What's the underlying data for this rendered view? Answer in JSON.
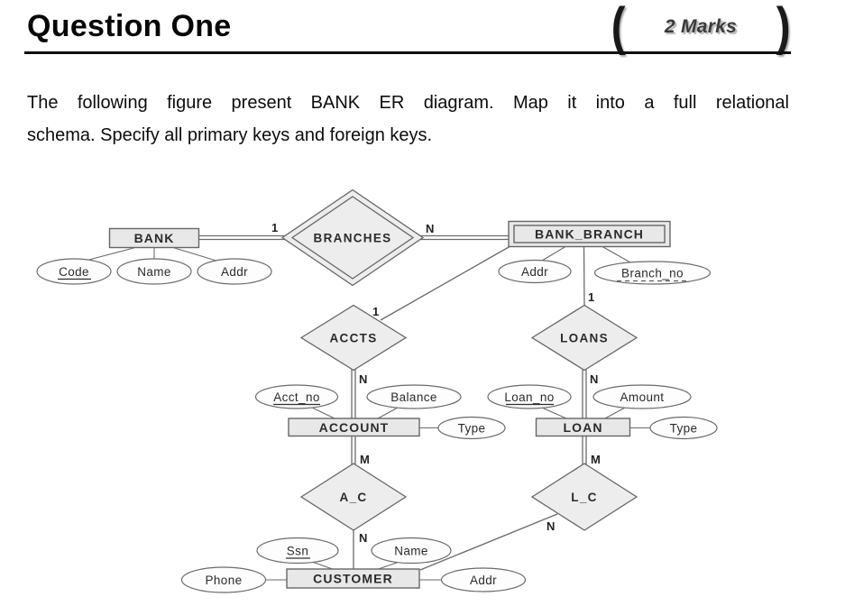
{
  "header": {
    "title": "Question One",
    "marks": "2 Marks",
    "paren_left": "(",
    "paren_right": ")"
  },
  "question": {
    "line1": "The following figure present BANK ER diagram. Map it into a full relational",
    "line2": "schema. Specify all primary keys and foreign keys."
  },
  "diagram": {
    "entities": {
      "bank": "BANK",
      "bank_branch": "BANK_BRANCH",
      "account": "ACCOUNT",
      "loan": "LOAN",
      "customer": "CUSTOMER"
    },
    "relationships": {
      "branches": "BRANCHES",
      "accts": "ACCTS",
      "loans": "LOANS",
      "a_c": "A_C",
      "l_c": "L_C"
    },
    "attributes": {
      "bank_code": "Code",
      "bank_name": "Name",
      "bank_addr": "Addr",
      "branch_addr": "Addr",
      "branch_no": "Branch_no",
      "acct_no": "Acct_no",
      "balance": "Balance",
      "account_type": "Type",
      "loan_no": "Loan_no",
      "amount": "Amount",
      "loan_type": "Type",
      "ssn": "Ssn",
      "customer_name": "Name",
      "phone": "Phone",
      "customer_addr": "Addr"
    },
    "cardinalities": {
      "bank_branches": "1",
      "branches_bank_branch": "N",
      "bank_branch_accts": "1",
      "accts_account": "N",
      "bank_branch_loans": "1",
      "loans_loan": "N",
      "account_ac": "M",
      "ac_customer": "N",
      "loan_lc": "M",
      "lc_customer": "N"
    },
    "colors": {
      "entity_fill": "#e8e8e8",
      "relationship_fill": "#ededed",
      "attribute_fill": "#fdfdfd",
      "line": "#6b6b6b",
      "text": "#2b2b2b"
    }
  }
}
